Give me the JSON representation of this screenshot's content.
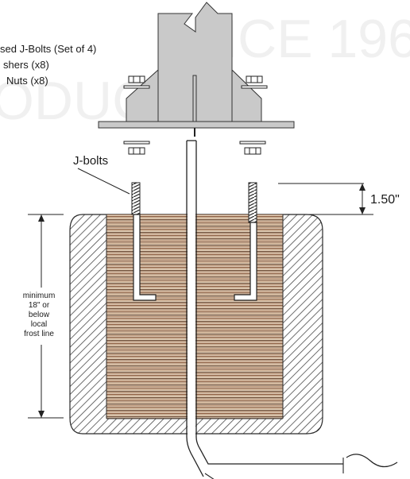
{
  "parts_list": {
    "line1": "sed J-Bolts (Set of 4)",
    "line2": "shers (x8)",
    "line3": "Nuts (x8)"
  },
  "labels": {
    "jbolts": "J-bolts",
    "dimension": "1.50\"",
    "depth_note": [
      "minimum",
      "18\" or",
      "below",
      "local",
      "frost line"
    ]
  },
  "watermark": {
    "line1": "NCE 196",
    "line2": "ODUCTS"
  },
  "colors": {
    "steel": "#c9c9c9",
    "concrete_hatch": "#5a5a5a",
    "soil_tan": "#c9a98b",
    "soil_brown": "#8a5a3c",
    "watermark": "#f1f1f1"
  }
}
